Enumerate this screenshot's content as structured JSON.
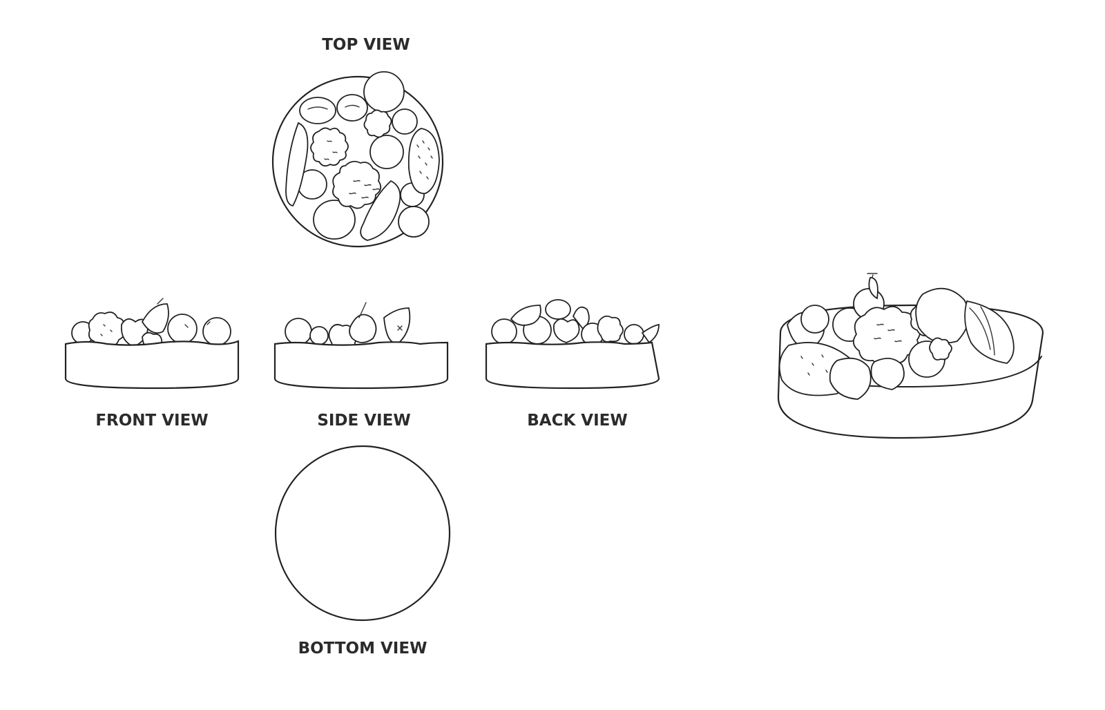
{
  "labels": {
    "top": "TOP VIEW",
    "front": "FRONT VIEW",
    "side": "SIDE VIEW",
    "back": "BACK VIEW",
    "bottom": "BOTTOM VIEW"
  },
  "colors": {
    "ink": "#222222",
    "label": "#2b2b2b",
    "background": "#ffffff"
  }
}
